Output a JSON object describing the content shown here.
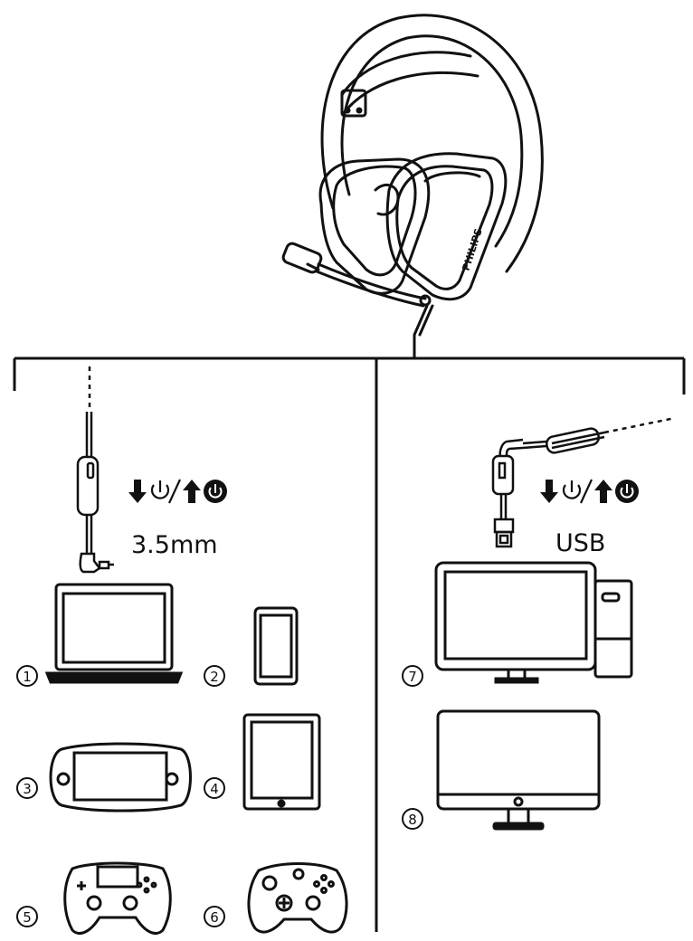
{
  "left_branch": {
    "connector_label": "3.5mm",
    "power_symbol": "⬇⏻/⬆⏻",
    "devices": [
      {
        "number": "1",
        "name": "laptop-icon"
      },
      {
        "number": "2",
        "name": "smartphone-icon"
      },
      {
        "number": "3",
        "name": "handheld-console-icon"
      },
      {
        "number": "4",
        "name": "tablet-icon"
      },
      {
        "number": "5",
        "name": "playstation-controller-icon"
      },
      {
        "number": "6",
        "name": "xbox-controller-icon"
      }
    ]
  },
  "right_branch": {
    "connector_label": "USB",
    "power_symbol": "⬇⏻/⬆⏻",
    "devices": [
      {
        "number": "7",
        "name": "desktop-pc-icon"
      },
      {
        "number": "8",
        "name": "monitor-icon"
      }
    ]
  },
  "headset_brand_text": "PHILIPS",
  "colors": {
    "line": "#111111",
    "background": "#ffffff"
  }
}
